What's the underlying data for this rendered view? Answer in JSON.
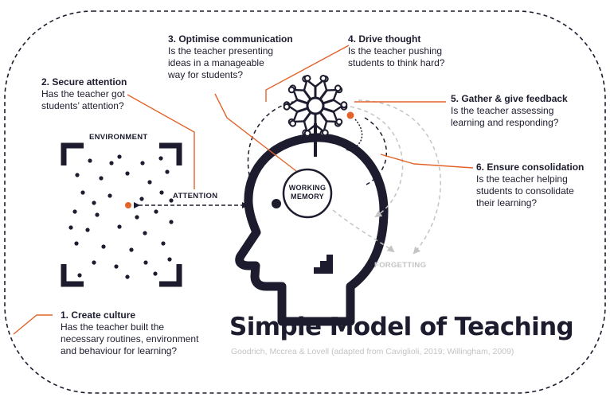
{
  "steps": [
    {
      "title": "1. Create culture",
      "desc": [
        "Has the teacher built the",
        "necessary routines, environment",
        "and behaviour for learning?"
      ]
    },
    {
      "title": "2. Secure attention",
      "desc": [
        "Has the teacher got",
        "students’ attention?"
      ]
    },
    {
      "title": "3. Optimise communication",
      "desc": [
        "Is the teacher presenting",
        "ideas in a manageable",
        "way for students?"
      ]
    },
    {
      "title": "4. Drive thought",
      "desc": [
        "Is the teacher pushing",
        "students to think hard?"
      ]
    },
    {
      "title": "5. Gather & give feedback",
      "desc": [
        "Is the teacher assessing",
        "learning and responding?"
      ]
    },
    {
      "title": "6. Ensure consolidation",
      "desc": [
        "Is the teacher helping",
        "students to consolidate",
        "their learning?"
      ]
    }
  ],
  "labels": {
    "environment": "ENVIRONMENT",
    "attention": "ATTENTION",
    "working_memory": [
      "WORKING",
      "MEMORY"
    ],
    "forgetting": "FORGETTING"
  },
  "title": "Simple Model of Teaching",
  "credit": "Goodrich, Mccrea & Lovell (adapted from Caviglioli, 2019; Willingham, 2009)",
  "colors": {
    "accent": "#e2642b",
    "dark": "#1c1c2e",
    "grey": "#c4c4c4"
  }
}
